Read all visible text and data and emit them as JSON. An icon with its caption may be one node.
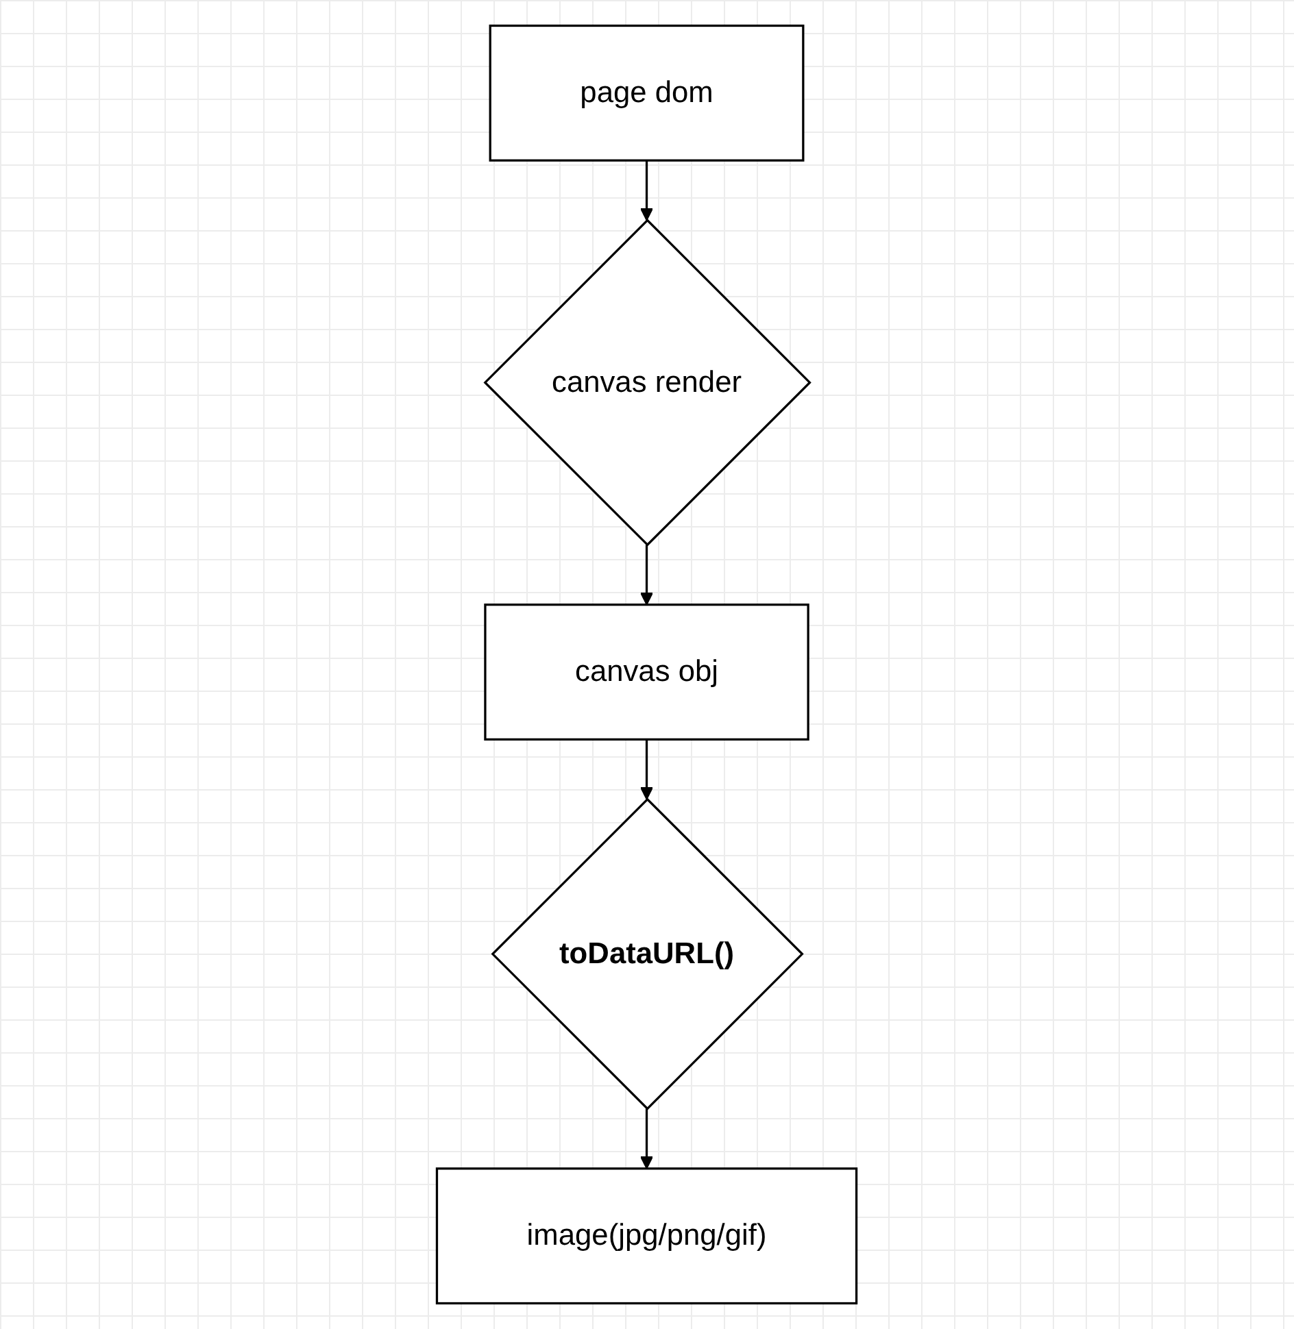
{
  "diagram": {
    "nodes": [
      {
        "text": [
          "page dom"
        ]
      },
      {
        "text": [
          "canvas render"
        ]
      },
      {
        "text": [
          "canvas obj"
        ]
      },
      {
        "text": [
          "toDataURL()"
        ]
      },
      {
        "text": [
          "image(jpg/png/gif)"
        ]
      }
    ],
    "edges": [
      {
        "from": 0,
        "to": 1,
        "arrow": "to"
      },
      {
        "from": 1,
        "to": 2,
        "arrow": "to"
      },
      {
        "from": 2,
        "to": 3,
        "arrow": "to"
      },
      {
        "from": 3,
        "to": 4,
        "arrow": "to"
      }
    ]
  }
}
